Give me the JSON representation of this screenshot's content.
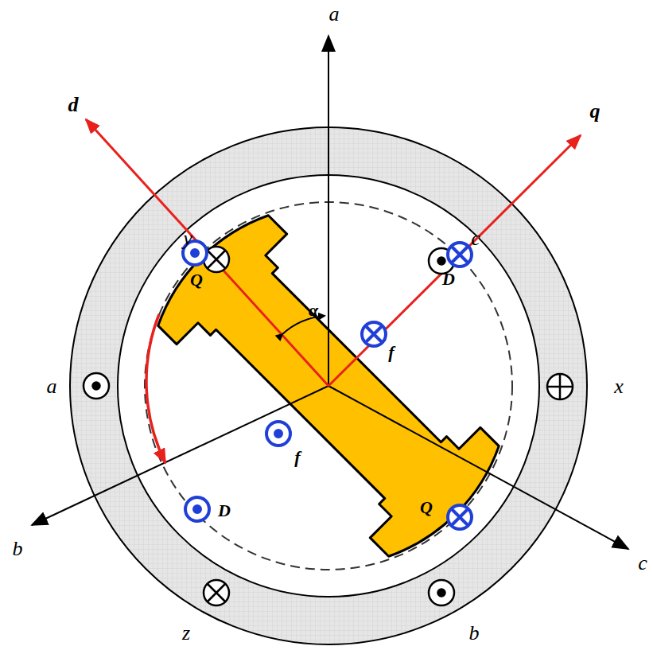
{
  "diagram": {
    "labels": [
      "a",
      "d",
      "y",
      "c",
      "q",
      "Q",
      "D",
      "α",
      "f",
      "a",
      "x",
      "f",
      "D",
      "Q",
      "b",
      "c",
      "z",
      "b"
    ]
  }
}
